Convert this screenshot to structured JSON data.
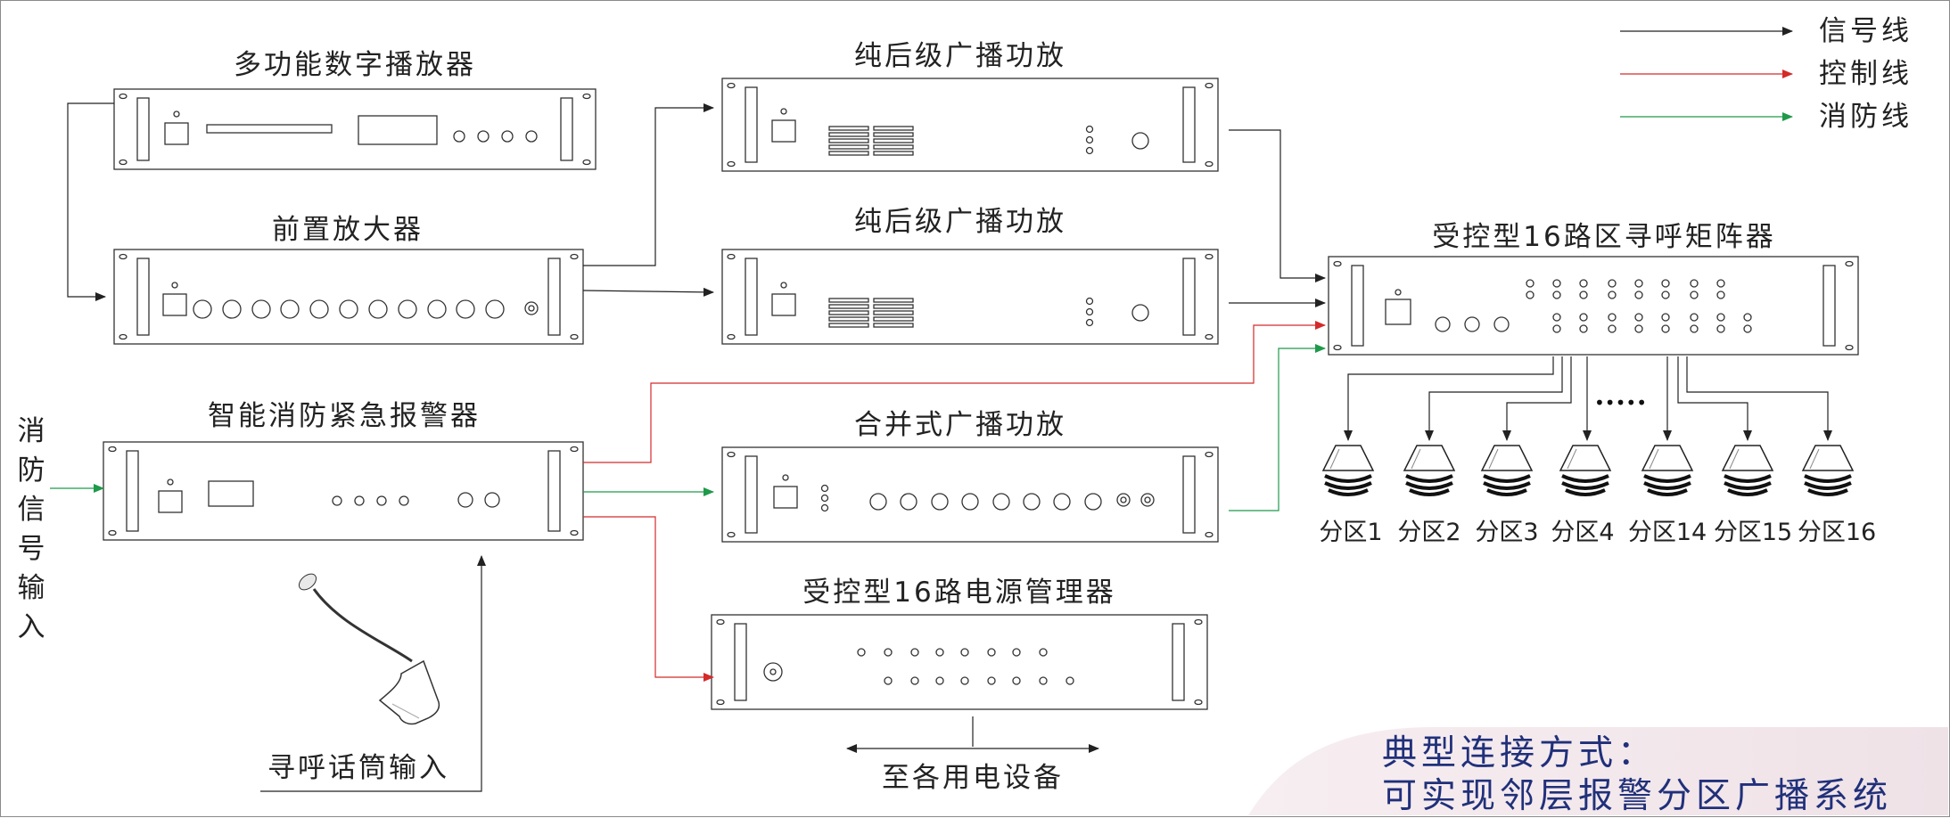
{
  "devices": {
    "player": "多功能数字播放器",
    "preamp": "前置放大器",
    "amp1": "纯后级广播功放",
    "amp2": "纯后级广播功放",
    "matrix": "受控型16路区寻呼矩阵器",
    "fire_alarm": "智能消防紧急报警器",
    "mixer_amp": "合并式广播功放",
    "power_mgr": "受控型16路电源管理器"
  },
  "labels": {
    "fire_input": "消防信号输入",
    "mic_input": "寻呼话筒输入",
    "to_equipment": "至各用电设备"
  },
  "legend": [
    {
      "label": "信号线",
      "color": "#222222",
      "icon": "signal-line-arrow"
    },
    {
      "label": "控制线",
      "color": "#d42a2a",
      "icon": "control-line-arrow"
    },
    {
      "label": "消防线",
      "color": "#1e9a4a",
      "icon": "fire-line-arrow"
    }
  ],
  "zones": [
    "分区1",
    "分区2",
    "分区3",
    "分区4",
    "分区14",
    "分区15",
    "分区16"
  ],
  "ellipsis": "•••••",
  "summary": {
    "line1": "典型连接方式：",
    "line2": "可实现邻层报警分区广播系统"
  }
}
